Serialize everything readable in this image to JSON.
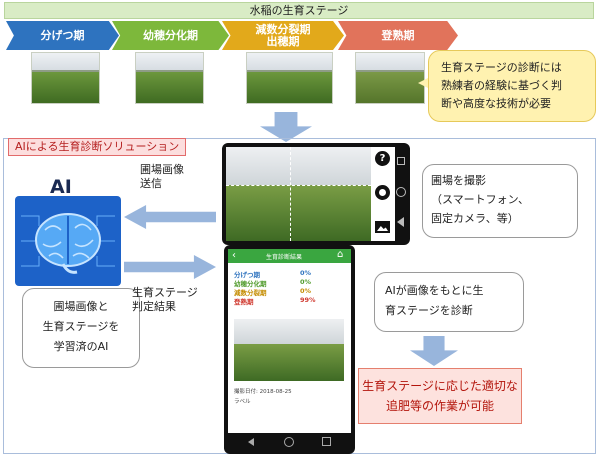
{
  "title": "水稲の生育ステージ",
  "stages": [
    {
      "label": "分げつ期",
      "color": "#2e73bf"
    },
    {
      "label": "幼穂分化期",
      "color": "#7db83b"
    },
    {
      "label": "減数分裂期",
      "label2": "出穂期",
      "color": "#e2a91b"
    },
    {
      "label": "登熟期",
      "color": "#e1735b"
    }
  ],
  "note_top": [
    "生育ステージの診断には",
    "熟練者の経験に基づく判",
    "断や高度な技術が必要"
  ],
  "panel_label": "AIによる生育診断ソリューション",
  "ai_label": "AI",
  "ai_note": [
    "圃場画像と",
    "生育ステージを",
    "学習済のAI"
  ],
  "arrow_send_label": [
    "圃場画像",
    "送信"
  ],
  "arrow_result_label": [
    "生育ステージ",
    "判定結果"
  ],
  "photo_note": [
    "圃場を撮影",
    "（スマートフォン、",
    "固定カメラ、等）"
  ],
  "diagnosis_note": [
    "AIが画像をもとに生",
    "育ステージを診断"
  ],
  "result_note": [
    "生育ステージに応じた適切な",
    "追肥等の作業が可能"
  ],
  "phone_result": {
    "header": "生育診断結果",
    "rows": [
      {
        "stage": "分げつ期",
        "value": "0%",
        "color": "#2e73bf"
      },
      {
        "stage": "幼穂分化期",
        "value": "0%",
        "color": "#4f9a2a"
      },
      {
        "stage": "減数分裂期",
        "value": "0%",
        "color": "#c48c00"
      },
      {
        "stage": "登熟期",
        "value": "99%",
        "color": "#d0392f"
      }
    ],
    "date_label": "撮影日付",
    "date": "2018-08-25",
    "label_text": "ラベル"
  },
  "icons": [
    "help-icon",
    "camera-icon",
    "gallery-icon",
    "back-icon",
    "home-icon",
    "brain-icon"
  ]
}
